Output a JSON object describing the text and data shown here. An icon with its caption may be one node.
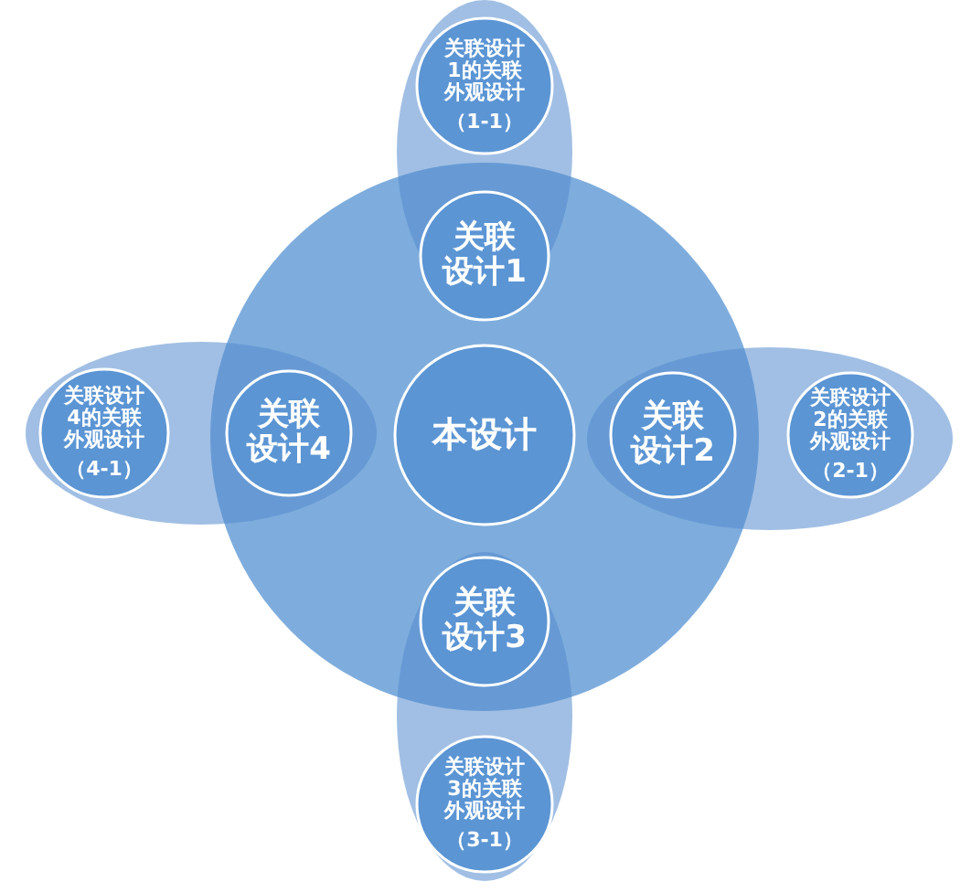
{
  "diagram": {
    "nodes": [
      {
        "text": [],
        "shape": "circle"
      },
      {
        "text": [
          "关联设计1的关联外观设计",
          "（1-1）"
        ]
      },
      {
        "text": [
          "关联设计1"
        ],
        "in": 0
      },
      {
        "text": [
          "关联设计4的关联外观设计",
          "（4-1）"
        ]
      },
      {
        "text": [
          "关联设计4"
        ],
        "in": 0
      },
      {
        "text": [
          "本设计"
        ],
        "in": 0
      },
      {
        "text": [
          "关联设计2"
        ],
        "in": 0
      },
      {
        "text": [
          "关联设计2的关联外观设计",
          "（2-1）"
        ]
      },
      {
        "text": [
          "关联设计3"
        ],
        "in": 0
      },
      {
        "text": [
          "关联设计3的关联外观设计",
          "（3-1）"
        ]
      }
    ],
    "edges": []
  }
}
